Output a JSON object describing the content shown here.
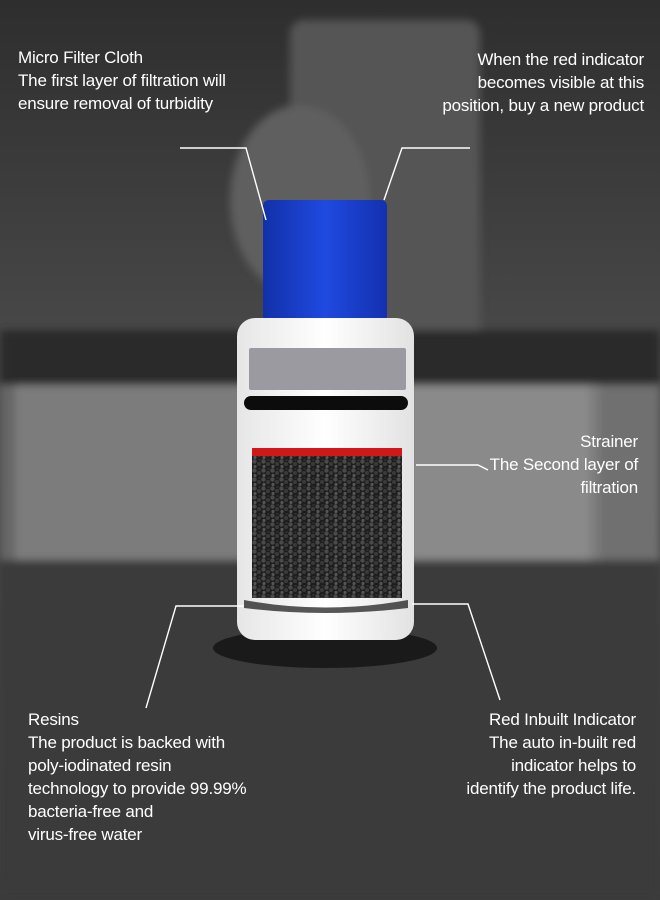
{
  "callouts": {
    "micro_filter": {
      "title": "Micro Filter Cloth",
      "lines": [
        "The first layer of filtration will",
        "ensure removal of turbidity"
      ]
    },
    "indicator_position": {
      "lines": [
        "When the red indicator",
        "becomes visible at this",
        "position, buy a new product"
      ]
    },
    "strainer": {
      "title": "Strainer",
      "lines": [
        "The Second layer of",
        "filtration"
      ]
    },
    "resins": {
      "title": "Resins",
      "lines": [
        "The product is backed with",
        "poly-iodinated resin",
        "technology to provide 99.99%",
        "bacteria-free and",
        "virus-free water"
      ]
    },
    "red_inbuilt": {
      "title": "Red Inbuilt Indicator",
      "lines": [
        "The auto in-built red",
        "indicator helps to",
        "identify the product life."
      ]
    }
  },
  "colors": {
    "cap_blue": "#1a3fc8",
    "indicator_red": "#d01818",
    "body_white": "#f4f4f4",
    "label_gray": "#9a9aa0",
    "background_dark": "#3a3a3a"
  }
}
